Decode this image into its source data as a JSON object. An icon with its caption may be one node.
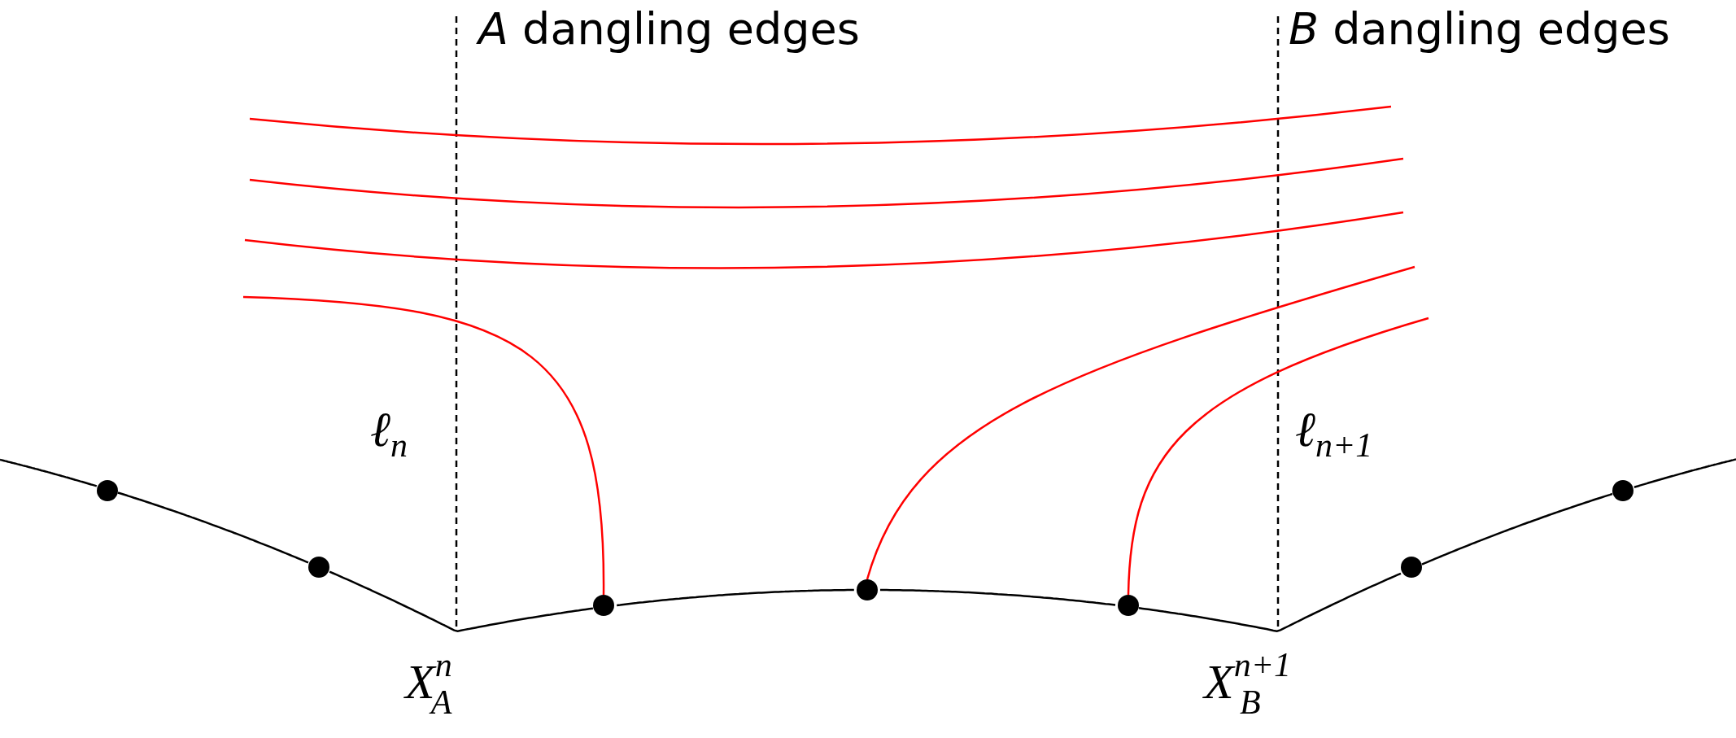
{
  "diagram": {
    "nodes": [
      {
        "text": [],
        "shape": "circle"
      },
      {
        "text": [],
        "shape": "circle"
      },
      {
        "text": [],
        "shape": "circle"
      },
      {
        "text": [],
        "shape": "circle"
      },
      {
        "text": [],
        "shape": "circle"
      },
      {
        "text": [],
        "shape": "circle"
      },
      {
        "text": [],
        "shape": "circle"
      }
    ],
    "edges": [
      {
        "from": null,
        "to": 0,
        "arrow": "none"
      },
      {
        "from": 0,
        "to": 1,
        "arrow": "none"
      },
      {
        "from": 1,
        "to": 2,
        "arrow": "none"
      },
      {
        "from": 2,
        "to": 3,
        "arrow": "none"
      },
      {
        "from": 3,
        "to": 4,
        "arrow": "none"
      },
      {
        "from": 4,
        "to": 5,
        "arrow": "none"
      },
      {
        "from": 5,
        "to": 6,
        "arrow": "none"
      },
      {
        "from": 6,
        "to": null,
        "arrow": "none"
      },
      {
        "from": null,
        "to": 2,
        "arrow": "none",
        "color": "#ff0000"
      },
      {
        "from": null,
        "to": 3,
        "arrow": "none",
        "color": "#ff0000"
      },
      {
        "from": null,
        "to": 4,
        "arrow": "none",
        "color": "#ff0000"
      }
    ],
    "labels": [
      "*A* dangling edges",
      "*B* dangling edges",
      "ℓ$_{n}$",
      "ℓ$_{n+1}$",
      "X$^{n}$$_{A}$",
      "X$^{n+1}$$_{B}$"
    ]
  }
}
